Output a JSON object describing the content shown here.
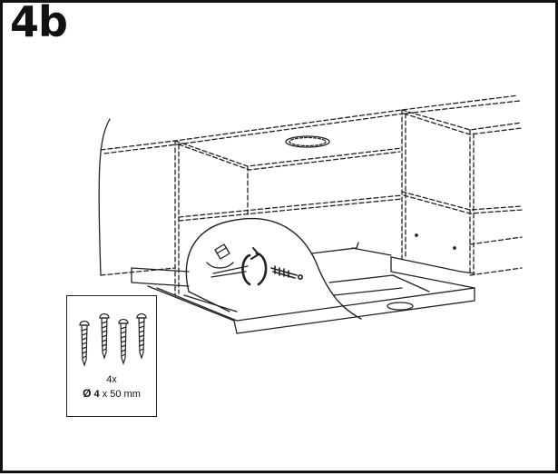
{
  "step": "4b",
  "parts": {
    "quantity": "4x",
    "diameter_symbol": "Ø",
    "diameter": "4",
    "length": "x 50 mm"
  },
  "icons": [
    "screw-icon",
    "rotate-clockwise-arrow-icon"
  ]
}
